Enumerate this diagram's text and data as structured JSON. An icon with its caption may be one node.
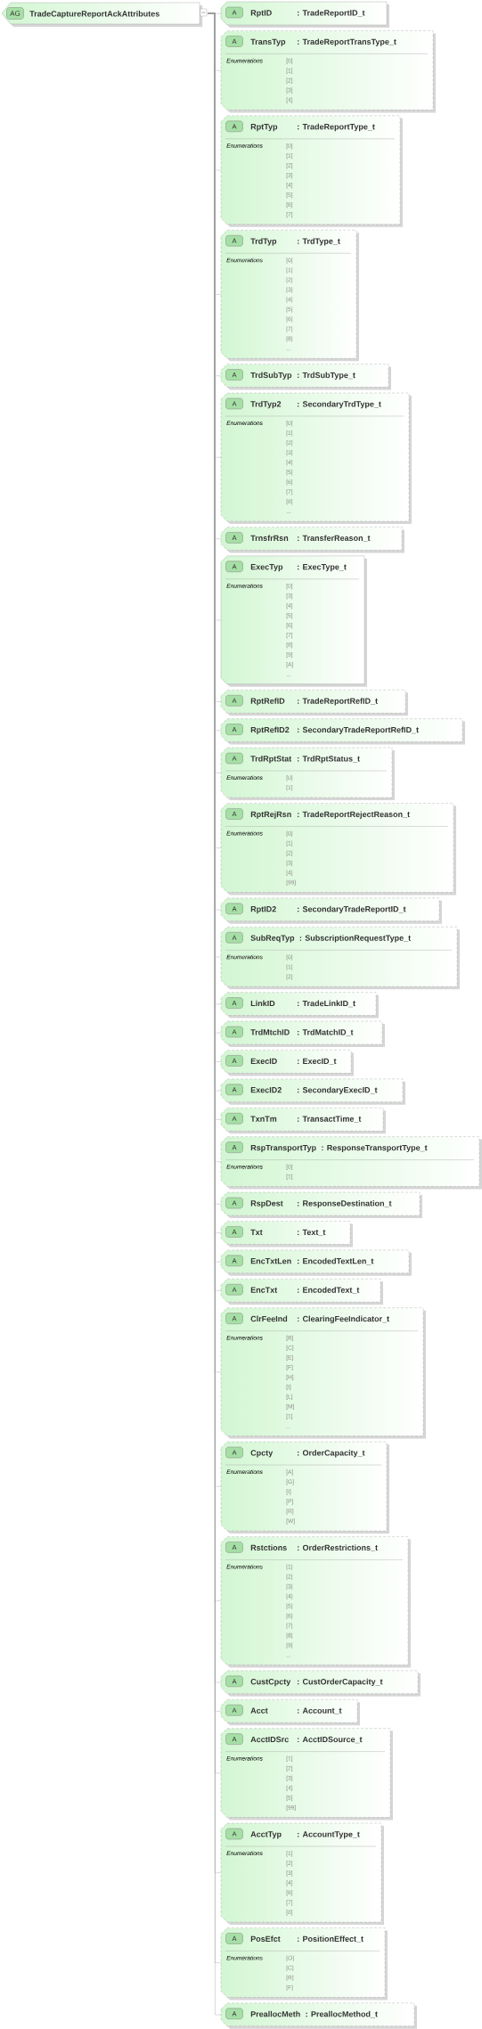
{
  "diagram": {
    "nodes": [
      {
        "text": [
          "AG",
          "TradeCaptureReportAckAttributes"
        ]
      },
      {
        "text": [
          "A",
          "RptID",
          ": TradeReportID_t"
        ]
      },
      {
        "text": [
          "A",
          "TransTyp",
          ": TradeReportTransType_t",
          "Enumerations",
          "[0]",
          "[1]",
          "[2]",
          "[3]",
          "[4]"
        ]
      },
      {
        "text": [
          "A",
          "RptTyp",
          ": TradeReportType_t",
          "Enumerations",
          "[0]",
          "[1]",
          "[2]",
          "[3]",
          "[4]",
          "[5]",
          "[6]",
          "[7]"
        ]
      },
      {
        "text": [
          "A",
          "TrdTyp",
          ": TrdType_t",
          "Enumerations",
          "[0]",
          "[1]",
          "[2]",
          "[3]",
          "[4]",
          "[5]",
          "[6]",
          "[7]",
          "[8]",
          "..."
        ]
      },
      {
        "text": [
          "A",
          "TrdSubTyp",
          ": TrdSubType_t"
        ]
      },
      {
        "text": [
          "A",
          "TrdTyp2",
          ": SecondaryTrdType_t",
          "Enumerations",
          "[0]",
          "[1]",
          "[2]",
          "[3]",
          "[4]",
          "[5]",
          "[6]",
          "[7]",
          "[8]",
          "..."
        ]
      },
      {
        "text": [
          "A",
          "TrnsfrRsn",
          ": TransferReason_t"
        ]
      },
      {
        "text": [
          "A",
          "ExecTyp",
          ": ExecType_t",
          "Enumerations",
          "[0]",
          "[3]",
          "[4]",
          "[5]",
          "[6]",
          "[7]",
          "[8]",
          "[9]",
          "[A]",
          "..."
        ]
      },
      {
        "text": [
          "A",
          "RptRefID",
          ": TradeReportRefID_t"
        ]
      },
      {
        "text": [
          "A",
          "RptRefID2",
          ": SecondaryTradeReportRefID_t"
        ]
      },
      {
        "text": [
          "A",
          "TrdRptStat",
          ": TrdRptStatus_t",
          "Enumerations",
          "[0]",
          "[1]"
        ]
      },
      {
        "text": [
          "A",
          "RptRejRsn",
          ": TradeReportRejectReason_t",
          "Enumerations",
          "[0]",
          "[1]",
          "[2]",
          "[3]",
          "[4]",
          "[99]"
        ]
      },
      {
        "text": [
          "A",
          "RptID2",
          ": SecondaryTradeReportID_t"
        ]
      },
      {
        "text": [
          "A",
          "SubReqTyp",
          ": SubscriptionRequestType_t",
          "Enumerations",
          "[0]",
          "[1]",
          "[2]"
        ]
      },
      {
        "text": [
          "A",
          "LinkID",
          ": TradeLinkID_t"
        ]
      },
      {
        "text": [
          "A",
          "TrdMtchID",
          ": TrdMatchID_t"
        ]
      },
      {
        "text": [
          "A",
          "ExecID",
          ": ExecID_t"
        ]
      },
      {
        "text": [
          "A",
          "ExecID2",
          ": SecondaryExecID_t"
        ]
      },
      {
        "text": [
          "A",
          "TxnTm",
          ": TransactTime_t"
        ]
      },
      {
        "text": [
          "A",
          "RspTransportTyp",
          ": ResponseTransportType_t",
          "Enumerations",
          "[0]",
          "[1]"
        ]
      },
      {
        "text": [
          "A",
          "RspDest",
          ": ResponseDestination_t"
        ]
      },
      {
        "text": [
          "A",
          "Txt",
          ": Text_t"
        ]
      },
      {
        "text": [
          "A",
          "EncTxtLen",
          ": EncodedTextLen_t"
        ]
      },
      {
        "text": [
          "A",
          "EncTxt",
          ": EncodedText_t"
        ]
      },
      {
        "text": [
          "A",
          "ClrFeeInd",
          ": ClearingFeeIndicator_t",
          "Enumerations",
          "[B]",
          "[C]",
          "[E]",
          "[F]",
          "[H]",
          "[I]",
          "[L]",
          "[M]",
          "[1]",
          "..."
        ]
      },
      {
        "text": [
          "A",
          "Cpcty",
          ": OrderCapacity_t",
          "Enumerations",
          "[A]",
          "[G]",
          "[I]",
          "[P]",
          "[R]",
          "[W]"
        ]
      },
      {
        "text": [
          "A",
          "Rstctions",
          ": OrderRestrictions_t",
          "Enumerations",
          "[1]",
          "[2]",
          "[3]",
          "[4]",
          "[5]",
          "[6]",
          "[7]",
          "[8]",
          "[9]",
          "..."
        ]
      },
      {
        "text": [
          "A",
          "CustCpcty",
          ": CustOrderCapacity_t"
        ]
      },
      {
        "text": [
          "A",
          "Acct",
          ": Account_t"
        ]
      },
      {
        "text": [
          "A",
          "AcctIDSrc",
          ": AcctIDSource_t",
          "Enumerations",
          "[1]",
          "[2]",
          "[3]",
          "[4]",
          "[5]",
          "[99]"
        ]
      },
      {
        "text": [
          "A",
          "AcctTyp",
          ": AccountType_t",
          "Enumerations",
          "[1]",
          "[2]",
          "[3]",
          "[4]",
          "[6]",
          "[7]",
          "[8]"
        ]
      },
      {
        "text": [
          "A",
          "PosEfct",
          ": PositionEffect_t",
          "Enumerations",
          "[O]",
          "[C]",
          "[R]",
          "[F]"
        ]
      },
      {
        "text": [
          "A",
          "PreallocMeth",
          ": PreallocMethod_t"
        ]
      }
    ],
    "edges": [
      {
        "from": 0,
        "to": 1,
        "arrow": "none"
      },
      {
        "from": 0,
        "to": 2,
        "arrow": "none"
      },
      {
        "from": 0,
        "to": 3,
        "arrow": "none"
      },
      {
        "from": 0,
        "to": 4,
        "arrow": "none"
      },
      {
        "from": 0,
        "to": 5,
        "arrow": "none"
      },
      {
        "from": 0,
        "to": 6,
        "arrow": "none"
      },
      {
        "from": 0,
        "to": 7,
        "arrow": "none"
      },
      {
        "from": 0,
        "to": 8,
        "arrow": "none"
      },
      {
        "from": 0,
        "to": 9,
        "arrow": "none"
      },
      {
        "from": 0,
        "to": 10,
        "arrow": "none"
      },
      {
        "from": 0,
        "to": 11,
        "arrow": "none"
      },
      {
        "from": 0,
        "to": 12,
        "arrow": "none"
      },
      {
        "from": 0,
        "to": 13,
        "arrow": "none"
      },
      {
        "from": 0,
        "to": 14,
        "arrow": "none"
      },
      {
        "from": 0,
        "to": 15,
        "arrow": "none"
      },
      {
        "from": 0,
        "to": 16,
        "arrow": "none"
      },
      {
        "from": 0,
        "to": 17,
        "arrow": "none"
      },
      {
        "from": 0,
        "to": 18,
        "arrow": "none"
      },
      {
        "from": 0,
        "to": 19,
        "arrow": "none"
      },
      {
        "from": 0,
        "to": 20,
        "arrow": "none"
      },
      {
        "from": 0,
        "to": 21,
        "arrow": "none"
      },
      {
        "from": 0,
        "to": 22,
        "arrow": "none"
      },
      {
        "from": 0,
        "to": 23,
        "arrow": "none"
      },
      {
        "from": 0,
        "to": 24,
        "arrow": "none"
      },
      {
        "from": 0,
        "to": 25,
        "arrow": "none"
      },
      {
        "from": 0,
        "to": 26,
        "arrow": "none"
      },
      {
        "from": 0,
        "to": 27,
        "arrow": "none"
      },
      {
        "from": 0,
        "to": 28,
        "arrow": "none"
      },
      {
        "from": 0,
        "to": 29,
        "arrow": "none"
      },
      {
        "from": 0,
        "to": 30,
        "arrow": "none"
      },
      {
        "from": 0,
        "to": 31,
        "arrow": "none"
      },
      {
        "from": 0,
        "to": 32,
        "arrow": "none"
      },
      {
        "from": 0,
        "to": 33,
        "arrow": "none"
      }
    ]
  }
}
